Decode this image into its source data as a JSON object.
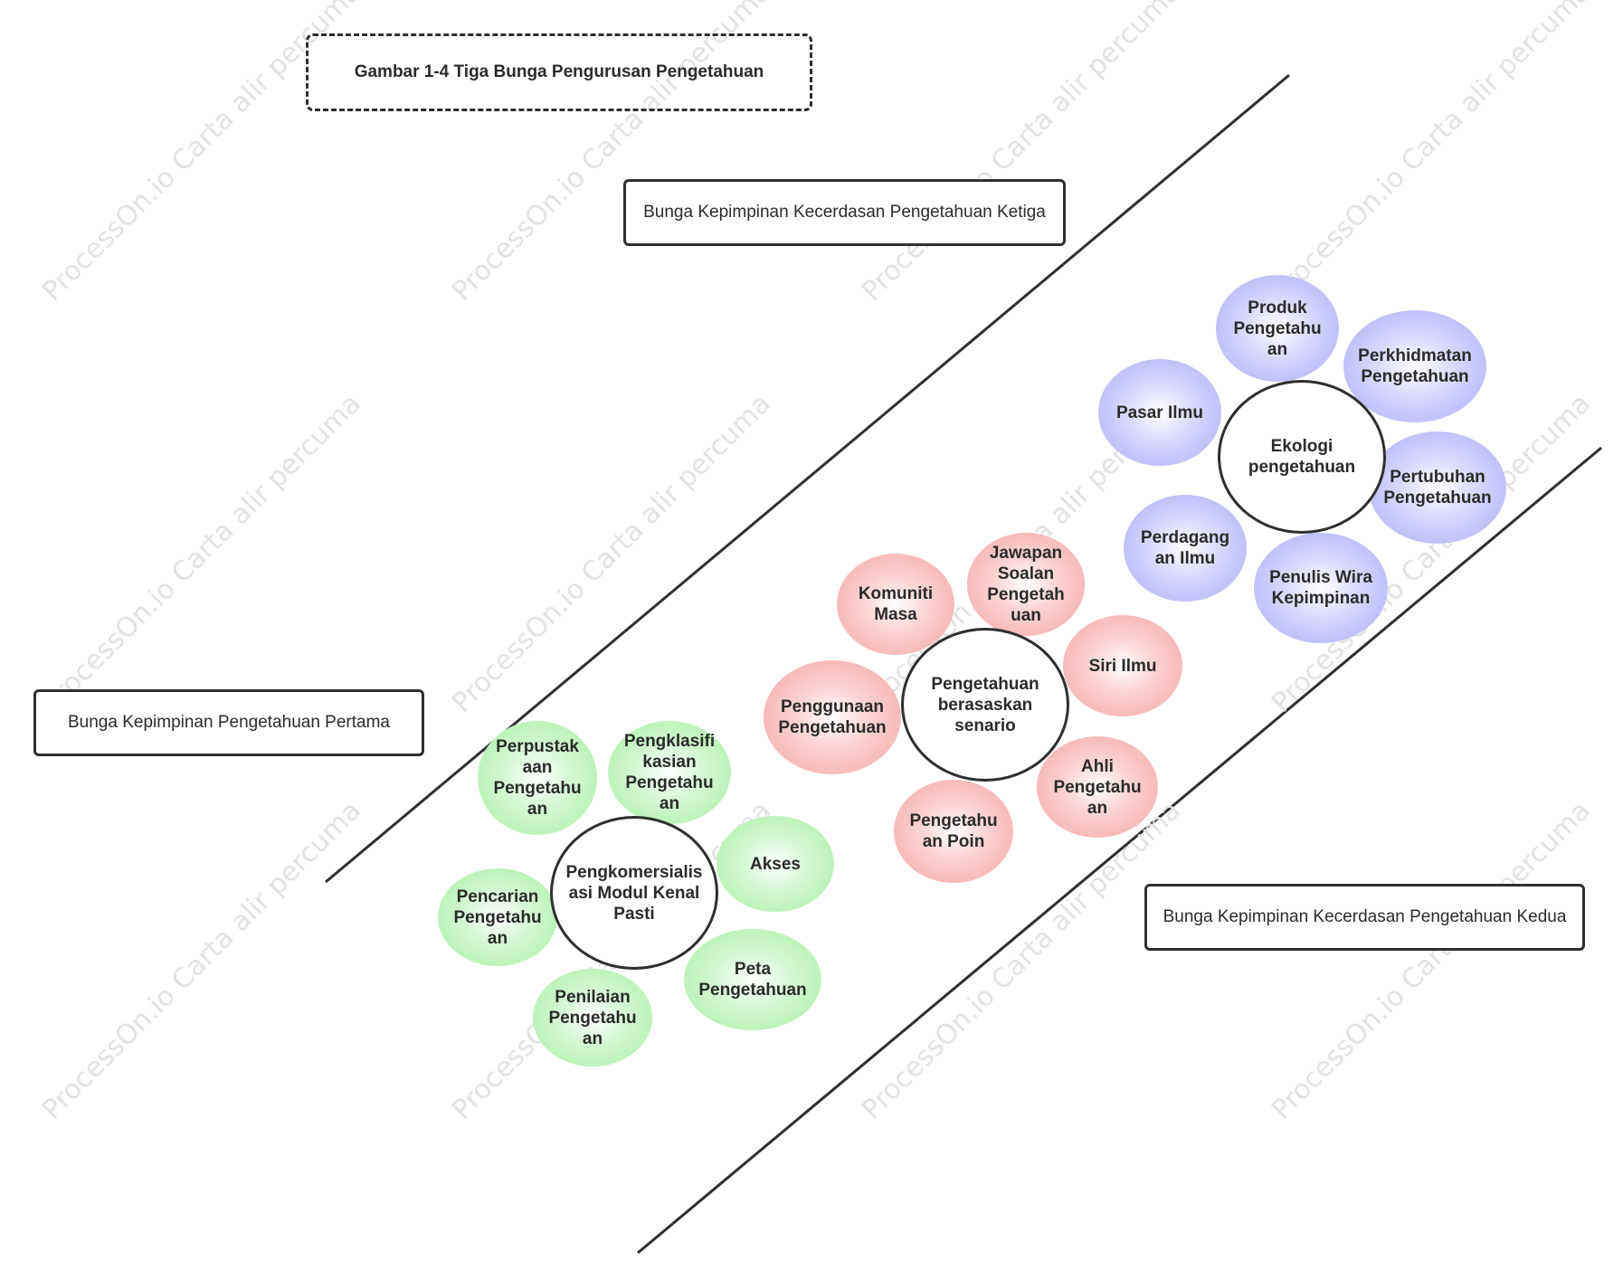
{
  "title": "Gambar 1-4   Tiga Bunga Pengurusan Pengetahuan",
  "watermark": "ProcessOn.io Carta alir percuma",
  "colors": {
    "line": "#2f2f2f",
    "green_petal": "#a6ef9e",
    "red_petal": "#f5a3a3",
    "blue_petal": "#aaaaf9"
  },
  "labels": {
    "first": "Bunga Kepimpinan Pengetahuan Pertama",
    "second": "Bunga Kepimpinan Kecerdasan Pengetahuan Kedua",
    "third": "Bunga Kepimpinan Kecerdasan Pengetahuan Ketiga"
  },
  "flowers": {
    "green": {
      "center": "Pengkomersialis\nasi Modul Kenal\nPasti",
      "petals": [
        "Perpustak\naan\nPengetahu\nan",
        "Pengklasifi\nkasian\nPengetahu\nan",
        "Akses",
        "Peta\nPengetahuan",
        "Penilaian\nPengetahu\nan",
        "Pencarian\nPengetahu\nan"
      ]
    },
    "red": {
      "center": "Pengetahuan\nberasaskan\nsenario",
      "petals": [
        "Komuniti\nMasa",
        "Jawapan\nSoalan\nPengetah\nuan",
        "Siri Ilmu",
        "Ahli\nPengetahu\nan",
        "Pengetahu\nan Poin",
        "Penggunaan\nPengetahuan"
      ]
    },
    "blue": {
      "center": "Ekologi\npengetahuan",
      "petals": [
        "Produk\nPengetahu\nan",
        "Perkhidmatan\nPengetahuan",
        "Pertubuhan\nPengetahuan",
        "Penulis Wira\nKepimpinan",
        "Perdagang\nan Ilmu",
        "Pasar Ilmu"
      ]
    }
  }
}
